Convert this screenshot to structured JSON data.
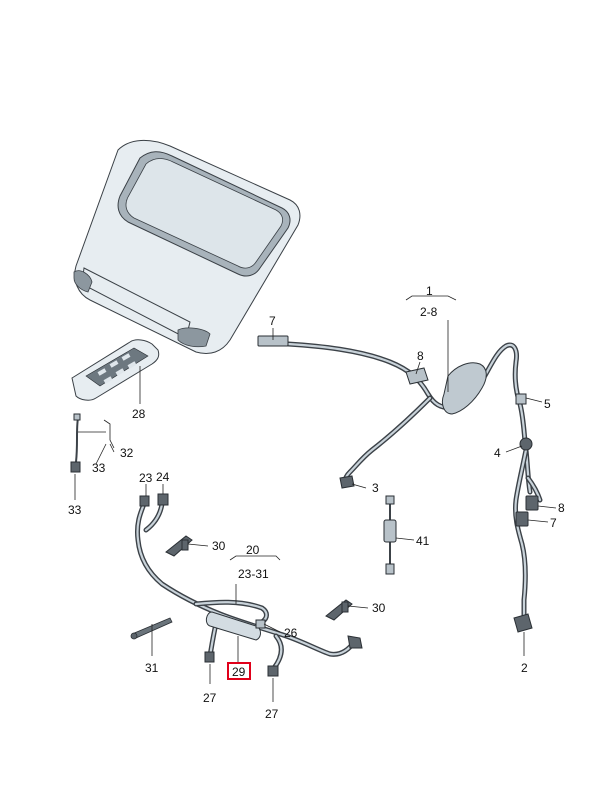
{
  "labels": {
    "l1": "1",
    "l2_8": "2-8",
    "l7a": "7",
    "l8a": "8",
    "l5": "5",
    "l4": "4",
    "l8b": "8",
    "l7b": "7",
    "l2": "2",
    "l3": "3",
    "l41": "41",
    "l28": "28",
    "l32": "32",
    "l33a": "33",
    "l33b": "33",
    "l23": "23",
    "l24": "24",
    "l30a": "30",
    "l20": "20",
    "l23_31": "23-31",
    "l30b": "30",
    "l26": "26",
    "l31": "31",
    "l29": "29",
    "l27a": "27",
    "l27b": "27"
  },
  "colors": {
    "highlight": "#e0001a",
    "part_fill": "#e7edf1",
    "harness_outline": "#3c4248"
  }
}
